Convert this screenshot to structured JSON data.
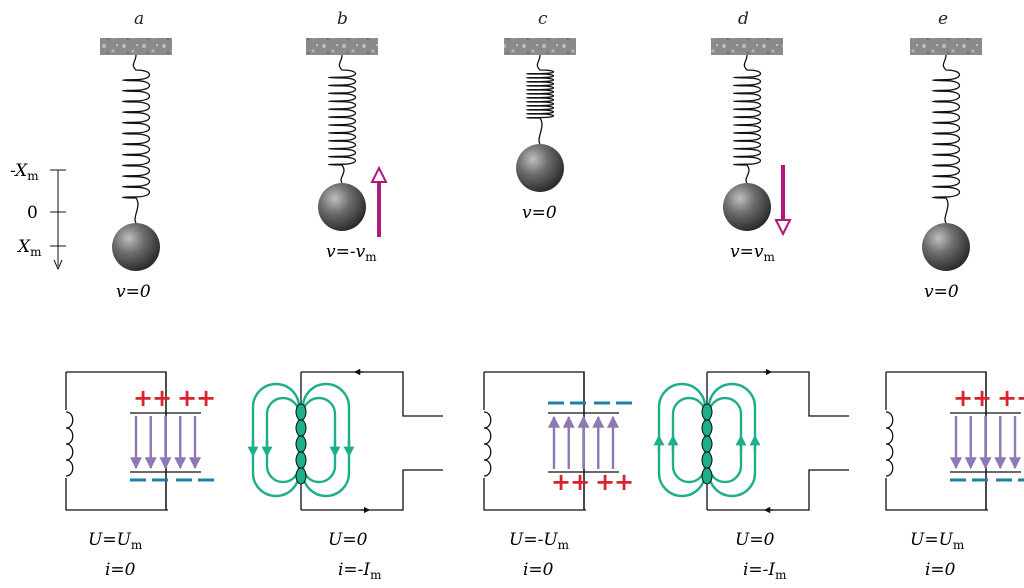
{
  "panels": [
    {
      "letter": "a",
      "v": "v=0",
      "u": "U=U",
      "u_sub": "m",
      "i": "i=0",
      "i_sub": ""
    },
    {
      "letter": "b",
      "v": "v=-v",
      "v_sub": "m",
      "u": "U=0",
      "u_sub": "",
      "i": "i=-I",
      "i_sub": "m"
    },
    {
      "letter": "c",
      "v": "v=0",
      "u": "U=-U",
      "u_sub": "m",
      "i": "i=0",
      "i_sub": ""
    },
    {
      "letter": "d",
      "v": "v=v",
      "v_sub": "m",
      "u": "U=0",
      "u_sub": "",
      "i": "i=-I",
      "i_sub": "m"
    },
    {
      "letter": "e",
      "v": "v=0",
      "u": "U=U",
      "u_sub": "m",
      "i": "i=0",
      "i_sub": ""
    }
  ],
  "scale": {
    "top": "-X",
    "top_sub": "m",
    "zero": "0",
    "bottom": "X",
    "bottom_sub": "m"
  },
  "charges": {
    "plus": "+",
    "minus": "−"
  },
  "colors": {
    "arrow_velocity": "#b0187c",
    "field_lines": "#1fae8a",
    "plus": "#d9232f",
    "minus": "#1f7fa8",
    "e_field": "#8e78b6"
  },
  "icons": [
    "ceiling-support",
    "spring",
    "mass-ball",
    "velocity-arrow",
    "inductor-coil",
    "capacitor",
    "magnetic-field-loop",
    "electric-field-arrow"
  ]
}
